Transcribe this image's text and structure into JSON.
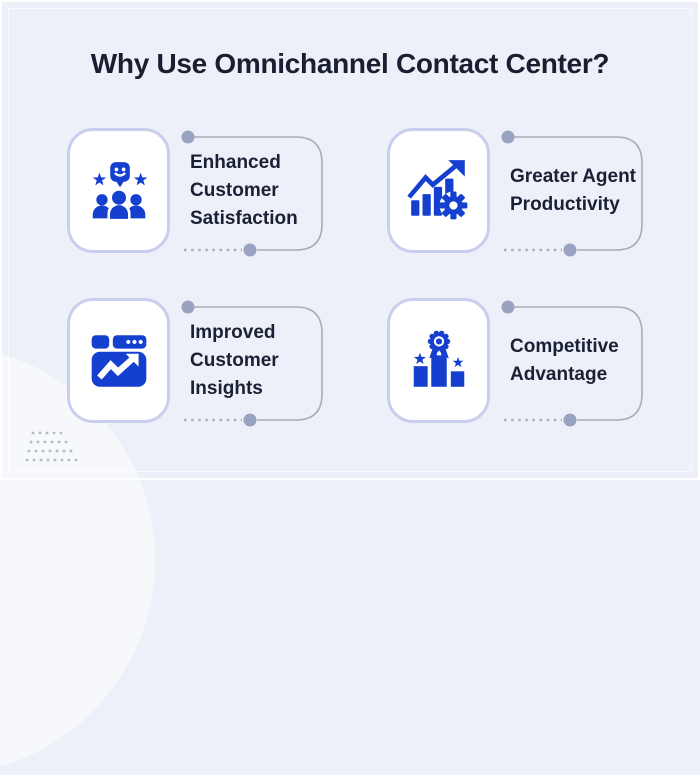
{
  "title": "Why Use Omnichannel Contact Center?",
  "colors": {
    "background": "#edf0f8",
    "icon_blue": "#1540cf",
    "title_navy": "#191f30",
    "label_navy": "#1b2134",
    "card_border_lavender": "#c8cfee",
    "connector_line_gray": "#a7acb8",
    "connector_dot_gray_blue": "#99a2c0"
  },
  "features": [
    {
      "label": "Enhanced Customer Satisfaction",
      "icon": "customers-smiley-icon"
    },
    {
      "label": "Greater Agent Productivity",
      "icon": "bar-chart-gear-icon"
    },
    {
      "label": "Improved Customer Insights",
      "icon": "browser-trend-icon"
    },
    {
      "label": "Competitive Advantage",
      "icon": "podium-award-icon"
    }
  ]
}
